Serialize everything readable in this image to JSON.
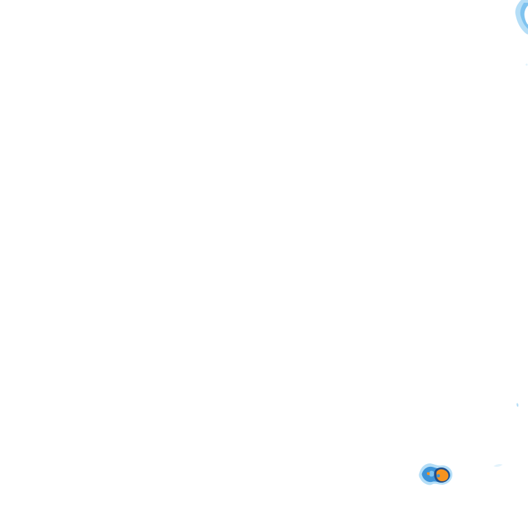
{
  "map": {
    "type": "precipitation-radar-overlay",
    "background_color": "#ffffff",
    "intensity_colors": {
      "very_light": "#e3f3fc",
      "light": "#b5def7",
      "moderate_light": "#7fc3ef",
      "moderate": "#3d93d8",
      "heavy_outline": "#1f4e8c",
      "very_heavy": "#f7931e"
    },
    "cells": [
      {
        "name": "top-right-edge-cell",
        "intensity": "light"
      },
      {
        "name": "bottom-right-storm-cell",
        "intensity": "very_heavy"
      },
      {
        "name": "small-speck-right",
        "intensity": "very_light"
      },
      {
        "name": "small-speck-mid-right",
        "intensity": "light"
      }
    ]
  }
}
